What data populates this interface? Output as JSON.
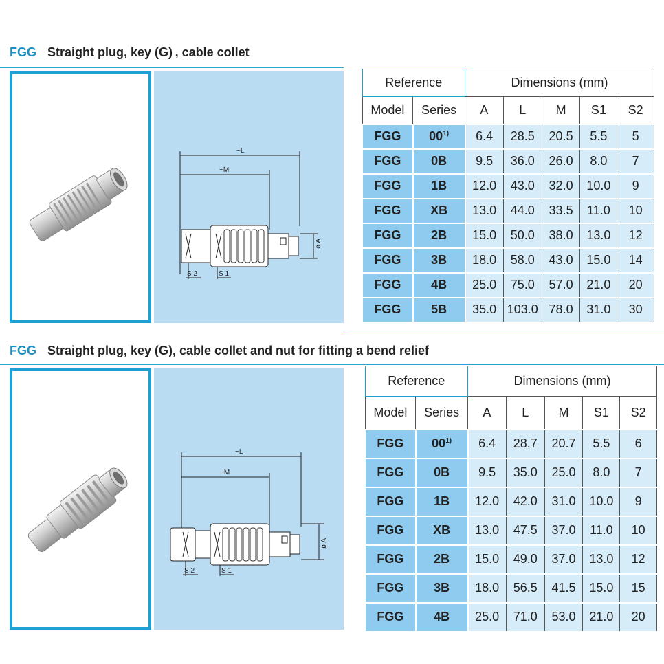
{
  "sections": [
    {
      "code": "FGG",
      "title": "Straight plug, key (G) , cable collet",
      "table": {
        "reference_label": "Reference",
        "dimensions_label": "Dimensions (mm)",
        "columns": [
          "Model",
          "Series",
          "A",
          "L",
          "M",
          "S1",
          "S2"
        ],
        "rows": [
          {
            "model": "FGG",
            "series": "00",
            "note": "1)",
            "A": "6.4",
            "L": "28.5",
            "M": "20.5",
            "S1": "5.5",
            "S2": "5"
          },
          {
            "model": "FGG",
            "series": "0B",
            "note": "",
            "A": "9.5",
            "L": "36.0",
            "M": "26.0",
            "S1": "8.0",
            "S2": "7"
          },
          {
            "model": "FGG",
            "series": "1B",
            "note": "",
            "A": "12.0",
            "L": "43.0",
            "M": "32.0",
            "S1": "10.0",
            "S2": "9"
          },
          {
            "model": "FGG",
            "series": "XB",
            "note": "",
            "A": "13.0",
            "L": "44.0",
            "M": "33.5",
            "S1": "11.0",
            "S2": "10"
          },
          {
            "model": "FGG",
            "series": "2B",
            "note": "",
            "A": "15.0",
            "L": "50.0",
            "M": "38.0",
            "S1": "13.0",
            "S2": "12"
          },
          {
            "model": "FGG",
            "series": "3B",
            "note": "",
            "A": "18.0",
            "L": "58.0",
            "M": "43.0",
            "S1": "15.0",
            "S2": "14"
          },
          {
            "model": "FGG",
            "series": "4B",
            "note": "",
            "A": "25.0",
            "L": "75.0",
            "M": "57.0",
            "S1": "21.0",
            "S2": "20"
          },
          {
            "model": "FGG",
            "series": "5B",
            "note": "",
            "A": "35.0",
            "L": "103.0",
            "M": "78.0",
            "S1": "31.0",
            "S2": "30"
          }
        ]
      },
      "drawing_labels": {
        "L": "~L",
        "M": "~M",
        "A": "ø A",
        "S2": "S 2",
        "S1": "S 1"
      }
    },
    {
      "code": "FGG",
      "title": "Straight plug, key (G), cable collet and nut for fitting a bend relief",
      "table": {
        "reference_label": "Reference",
        "dimensions_label": "Dimensions (mm)",
        "columns": [
          "Model",
          "Series",
          "A",
          "L",
          "M",
          "S1",
          "S2"
        ],
        "rows": [
          {
            "model": "FGG",
            "series": "00",
            "note": "1)",
            "A": "6.4",
            "L": "28.7",
            "M": "20.7",
            "S1": "5.5",
            "S2": "6"
          },
          {
            "model": "FGG",
            "series": "0B",
            "note": "",
            "A": "9.5",
            "L": "35.0",
            "M": "25.0",
            "S1": "8.0",
            "S2": "7"
          },
          {
            "model": "FGG",
            "series": "1B",
            "note": "",
            "A": "12.0",
            "L": "42.0",
            "M": "31.0",
            "S1": "10.0",
            "S2": "9"
          },
          {
            "model": "FGG",
            "series": "XB",
            "note": "",
            "A": "13.0",
            "L": "47.5",
            "M": "37.0",
            "S1": "11.0",
            "S2": "10"
          },
          {
            "model": "FGG",
            "series": "2B",
            "note": "",
            "A": "15.0",
            "L": "49.0",
            "M": "37.0",
            "S1": "13.0",
            "S2": "12"
          },
          {
            "model": "FGG",
            "series": "3B",
            "note": "",
            "A": "18.0",
            "L": "56.5",
            "M": "41.5",
            "S1": "15.0",
            "S2": "15"
          },
          {
            "model": "FGG",
            "series": "4B",
            "note": "",
            "A": "25.0",
            "L": "71.0",
            "M": "53.0",
            "S1": "21.0",
            "S2": "20"
          }
        ]
      },
      "drawing_labels": {
        "L": "~L",
        "M": "~M",
        "A": "ø A",
        "S2": "S 2",
        "S1": "S 1"
      }
    }
  ],
  "colors": {
    "accent": "#1ea0d3",
    "drawing_bg": "#b9dcf2",
    "cell_key": "#8fcbee",
    "cell_value": "#d6ecf8"
  }
}
